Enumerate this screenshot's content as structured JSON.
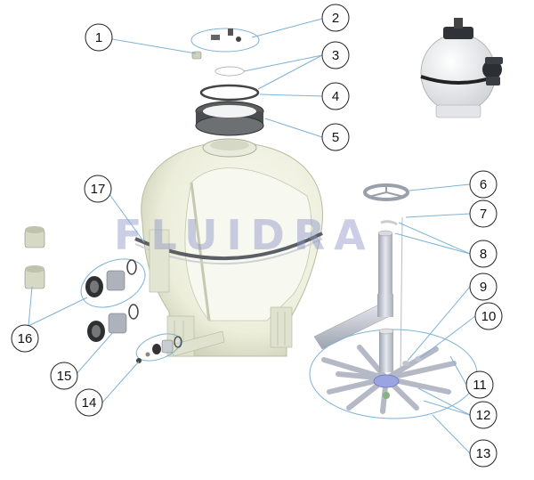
{
  "watermark": "FLUIDRA",
  "callouts": [
    {
      "id": 1,
      "label": "1"
    },
    {
      "id": 2,
      "label": "2"
    },
    {
      "id": 3,
      "label": "3"
    },
    {
      "id": 4,
      "label": "4"
    },
    {
      "id": 5,
      "label": "5"
    },
    {
      "id": 6,
      "label": "6"
    },
    {
      "id": 7,
      "label": "7"
    },
    {
      "id": 8,
      "label": "8"
    },
    {
      "id": 9,
      "label": "9"
    },
    {
      "id": 10,
      "label": "10"
    },
    {
      "id": 11,
      "label": "11"
    },
    {
      "id": 12,
      "label": "12"
    },
    {
      "id": 13,
      "label": "13"
    },
    {
      "id": 14,
      "label": "14"
    },
    {
      "id": 15,
      "label": "15"
    },
    {
      "id": 16,
      "label": "16"
    },
    {
      "id": 17,
      "label": "17"
    }
  ],
  "colors": {
    "body": "#f1f2e2",
    "body_shade": "#cfd2b8",
    "pipe": "#c9cdd8",
    "ring": "#3a3a3a",
    "line": "#7fb2d6",
    "hub": "#9aa4e0"
  }
}
